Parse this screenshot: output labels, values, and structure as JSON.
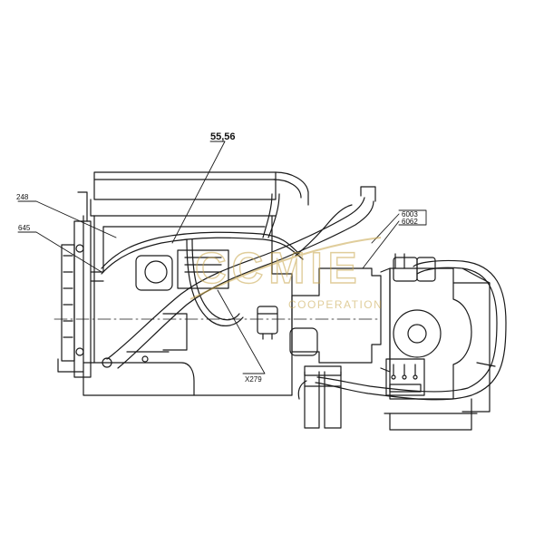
{
  "callouts": {
    "c5556": "55,56",
    "c248": "248",
    "c645": "645",
    "c6003": "6003",
    "c6062": "6062",
    "cX279": "X279"
  },
  "watermark": {
    "brand": "CCMIE",
    "tagline": "COOPERATION"
  },
  "colors": {
    "line": "#1a1a1a",
    "watermark": "#c8a64a"
  }
}
